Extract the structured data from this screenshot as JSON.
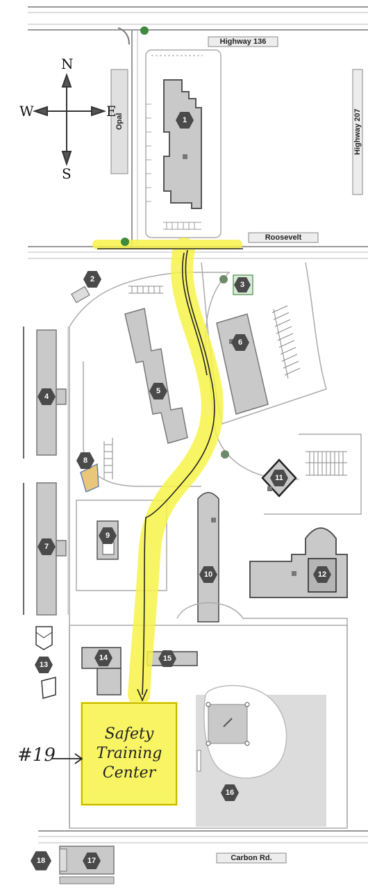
{
  "roads": {
    "highway_136": "Highway 136",
    "highway_207": "Highway 207",
    "opal": "Opal",
    "roosevelt": "Roosevelt",
    "carbon": "Carbon Rd."
  },
  "compass": {
    "n": "N",
    "s": "S",
    "e": "E",
    "w": "W"
  },
  "buildings": [
    "1",
    "2",
    "3",
    "4",
    "5",
    "6",
    "7",
    "8",
    "9",
    "10",
    "11",
    "12",
    "13",
    "14",
    "15",
    "16",
    "17",
    "18"
  ],
  "destination": {
    "marker": "#19",
    "lines": [
      "Safety",
      "Training",
      "Center"
    ]
  },
  "colors": {
    "highlight": "#f7f34a",
    "building": "#c9c9c9",
    "building_border": "#8a8a8a",
    "marker": "#4a4a4a",
    "route": "#222222"
  }
}
